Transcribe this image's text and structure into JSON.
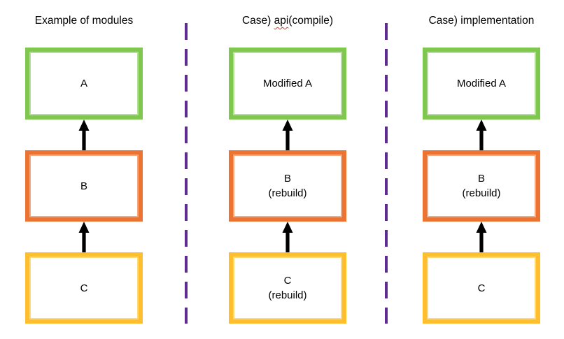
{
  "colors": {
    "green": "#7ec850",
    "orange": "#ed7332",
    "yellow": "#ffbe2e",
    "purple_divider": "#5e2c90",
    "arrow": "#000000",
    "text": "#000000",
    "squiggle": "#d83a2a"
  },
  "columns": [
    {
      "title": "Example of modules",
      "boxes": [
        {
          "color": "green",
          "lines": [
            "A"
          ]
        },
        {
          "color": "orange",
          "lines": [
            "B"
          ]
        },
        {
          "color": "yellow",
          "lines": [
            "C"
          ]
        }
      ]
    },
    {
      "title": "Case) api(compile)",
      "title_parts": {
        "prefix": "Case) ",
        "misspelled_word": "api",
        "suffix": "(compile)"
      },
      "boxes": [
        {
          "color": "green",
          "lines": [
            "Modified A"
          ]
        },
        {
          "color": "orange",
          "lines": [
            "B",
            "(rebuild)"
          ]
        },
        {
          "color": "yellow",
          "lines": [
            "C",
            "(rebuild)"
          ]
        }
      ]
    },
    {
      "title": "Case) implementation",
      "boxes": [
        {
          "color": "green",
          "lines": [
            "Modified A"
          ]
        },
        {
          "color": "orange",
          "lines": [
            "B",
            "(rebuild)"
          ]
        },
        {
          "color": "yellow",
          "lines": [
            "C"
          ]
        }
      ]
    }
  ]
}
